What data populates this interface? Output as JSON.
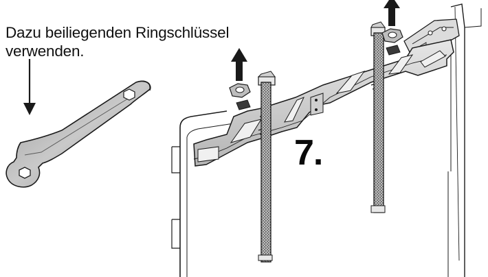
{
  "instruction": {
    "line1": "Dazu beiliegenden Ringschlüssel",
    "line2": "verwenden."
  },
  "step": {
    "number": "7."
  },
  "colors": {
    "line": "#1a1a1a",
    "metal_light": "#d9d9d9",
    "metal_mid": "#bdbdbd",
    "metal_dark": "#8a8a8a",
    "panel": "#f4f4f4",
    "arrow": "#1a1a1a"
  }
}
